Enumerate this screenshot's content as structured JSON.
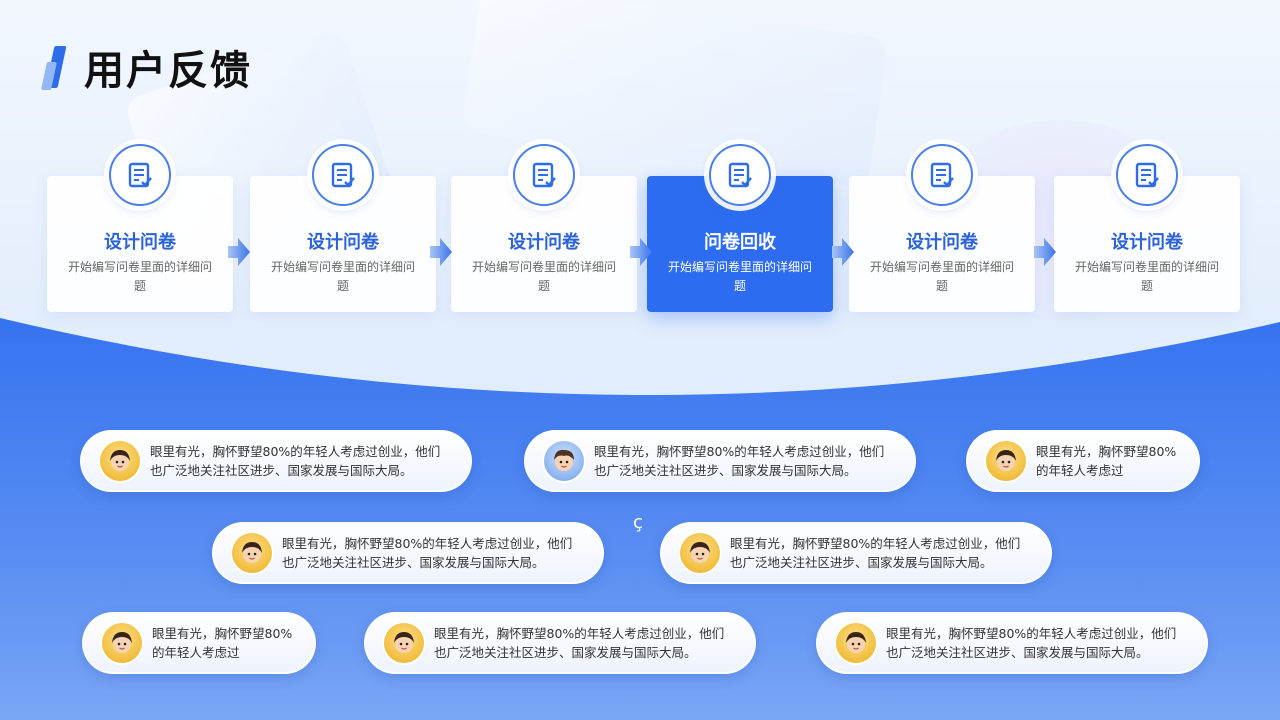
{
  "title": "用户反馈",
  "steps": [
    {
      "title": "设计问卷",
      "desc": "开始编写问卷里面的详细问题",
      "active": false
    },
    {
      "title": "设计问卷",
      "desc": "开始编写问卷里面的详细问题",
      "active": false
    },
    {
      "title": "设计问卷",
      "desc": "开始编写问卷里面的详细问题",
      "active": false
    },
    {
      "title": "问卷回收",
      "desc": "开始编写问卷里面的详细问题",
      "active": true
    },
    {
      "title": "设计问卷",
      "desc": "开始编写问卷里面的详细问题",
      "active": false
    },
    {
      "title": "设计问卷",
      "desc": "开始编写问卷里面的详细问题",
      "active": false
    }
  ],
  "step_icon": "survey-document-icon",
  "feedback": [
    {
      "text": "眼里有光，胸怀野望80%的年轻人考虑过创业，他们也广泛地关注社区进步、国家发展与国际大局。",
      "avatar": "girl-avatar"
    },
    {
      "text": "眼里有光，胸怀野望80%的年轻人考虑过创业，他们也广泛地关注社区进步、国家发展与国际大局。",
      "avatar": "boy-avatar"
    },
    {
      "text": "眼里有光，胸怀野望80%的年轻人考虑过",
      "avatar": "girl-avatar"
    },
    {
      "text": "眼里有光，胸怀野望80%的年轻人考虑过创业，他们也广泛地关注社区进步、国家发展与国际大局。",
      "avatar": "girl-avatar"
    },
    {
      "text": "眼里有光，胸怀野望80%的年轻人考虑过创业，他们也广泛地关注社区进步、国家发展与国际大局。",
      "avatar": "girl-avatar"
    },
    {
      "text": "眼里有光，胸怀野望80%的年轻人考虑过",
      "avatar": "girl-avatar"
    },
    {
      "text": "眼里有光，胸怀野望80%的年轻人考虑过创业，他们也广泛地关注社区进步、国家发展与国际大局。",
      "avatar": "girl-avatar"
    },
    {
      "text": "眼里有光，胸怀野望80%的年轻人考虑过创业，他们也广泛地关注社区进步、国家发展与国际大局。",
      "avatar": "girl-avatar"
    }
  ],
  "stray_char": "ç",
  "colors": {
    "accent": "#2d6cf0",
    "title_blue": "#2c63d8"
  }
}
